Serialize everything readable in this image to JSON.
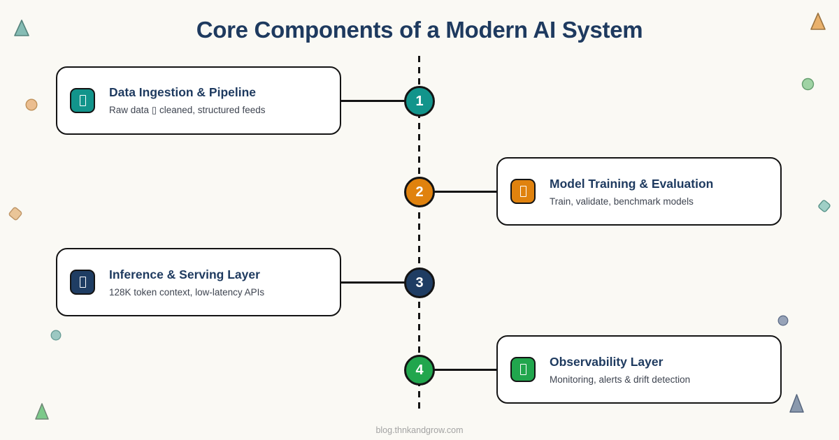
{
  "title": "Core Components of a Modern AI System",
  "footer": "blog.thnkandgrow.com",
  "palette": {
    "background": "#FAF9F4",
    "ink": "#141414",
    "heading": "#1E3A5F",
    "body_text": "#3E4450",
    "card_bg": "#FFFFFF",
    "footer_text": "#A3A3A3"
  },
  "steps": [
    {
      "number": "1",
      "title": "Data Ingestion & Pipeline",
      "subtitle": "Raw data ▯ cleaned, structured feeds",
      "icon": "missing-glyph",
      "color": "#12948B",
      "side": "left"
    },
    {
      "number": "2",
      "title": "Model Training & Evaluation",
      "subtitle": "Train, validate, benchmark models",
      "icon": "missing-glyph",
      "color": "#E0820E",
      "side": "right"
    },
    {
      "number": "3",
      "title": "Inference & Serving Layer",
      "subtitle": "128K token context, low-latency APIs",
      "icon": "missing-glyph",
      "color": "#1F3D63",
      "side": "left"
    },
    {
      "number": "4",
      "title": "Observability Layer",
      "subtitle": "Monitoring, alerts & drift detection",
      "icon": "missing-glyph",
      "color": "#21A64D",
      "side": "right"
    }
  ]
}
